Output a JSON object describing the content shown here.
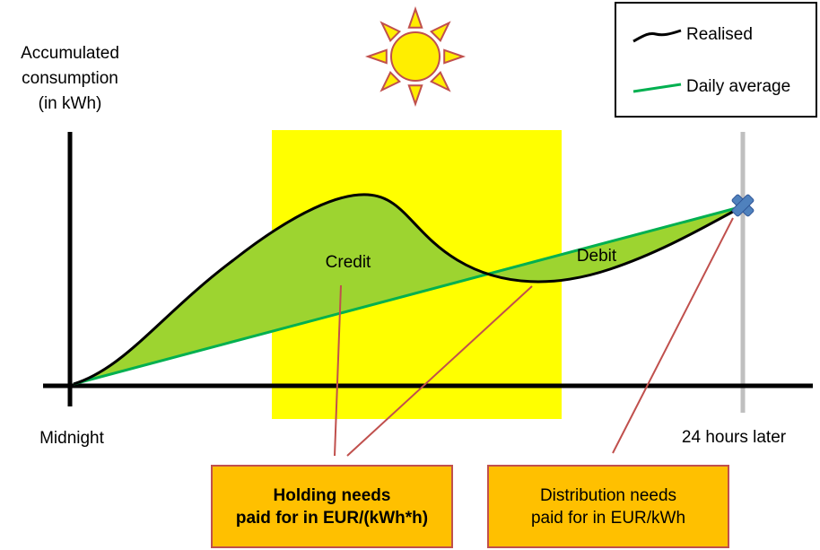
{
  "y_axis_label": [
    "Accumulated",
    "consumption",
    "(in kWh)"
  ],
  "x_axis_start": "Midnight",
  "x_axis_end": "24 hours later",
  "legend": {
    "realised": "Realised",
    "daily_average": "Daily average"
  },
  "region_labels": {
    "credit": "Credit",
    "debit": "Debit"
  },
  "callouts": {
    "holding": [
      "Holding needs",
      "paid for in EUR/(kWh*h)"
    ],
    "distribution": [
      "Distribution needs",
      "paid for in EUR/kWh"
    ]
  },
  "colors": {
    "daylight_band": "#ffff00",
    "fill_between": "#9dd430",
    "realised_line": "#000000",
    "daily_average_line": "#00b050",
    "sun_body": "#ffee00",
    "sun_rays": "#c0504d",
    "end_marker": "#4f81bd",
    "callout_fill": "#ffc000",
    "callout_border": "#c0504d",
    "leader_line": "#c0504d"
  },
  "icons": {
    "sun": "sun-icon",
    "end_marker": "x-marker-icon"
  }
}
